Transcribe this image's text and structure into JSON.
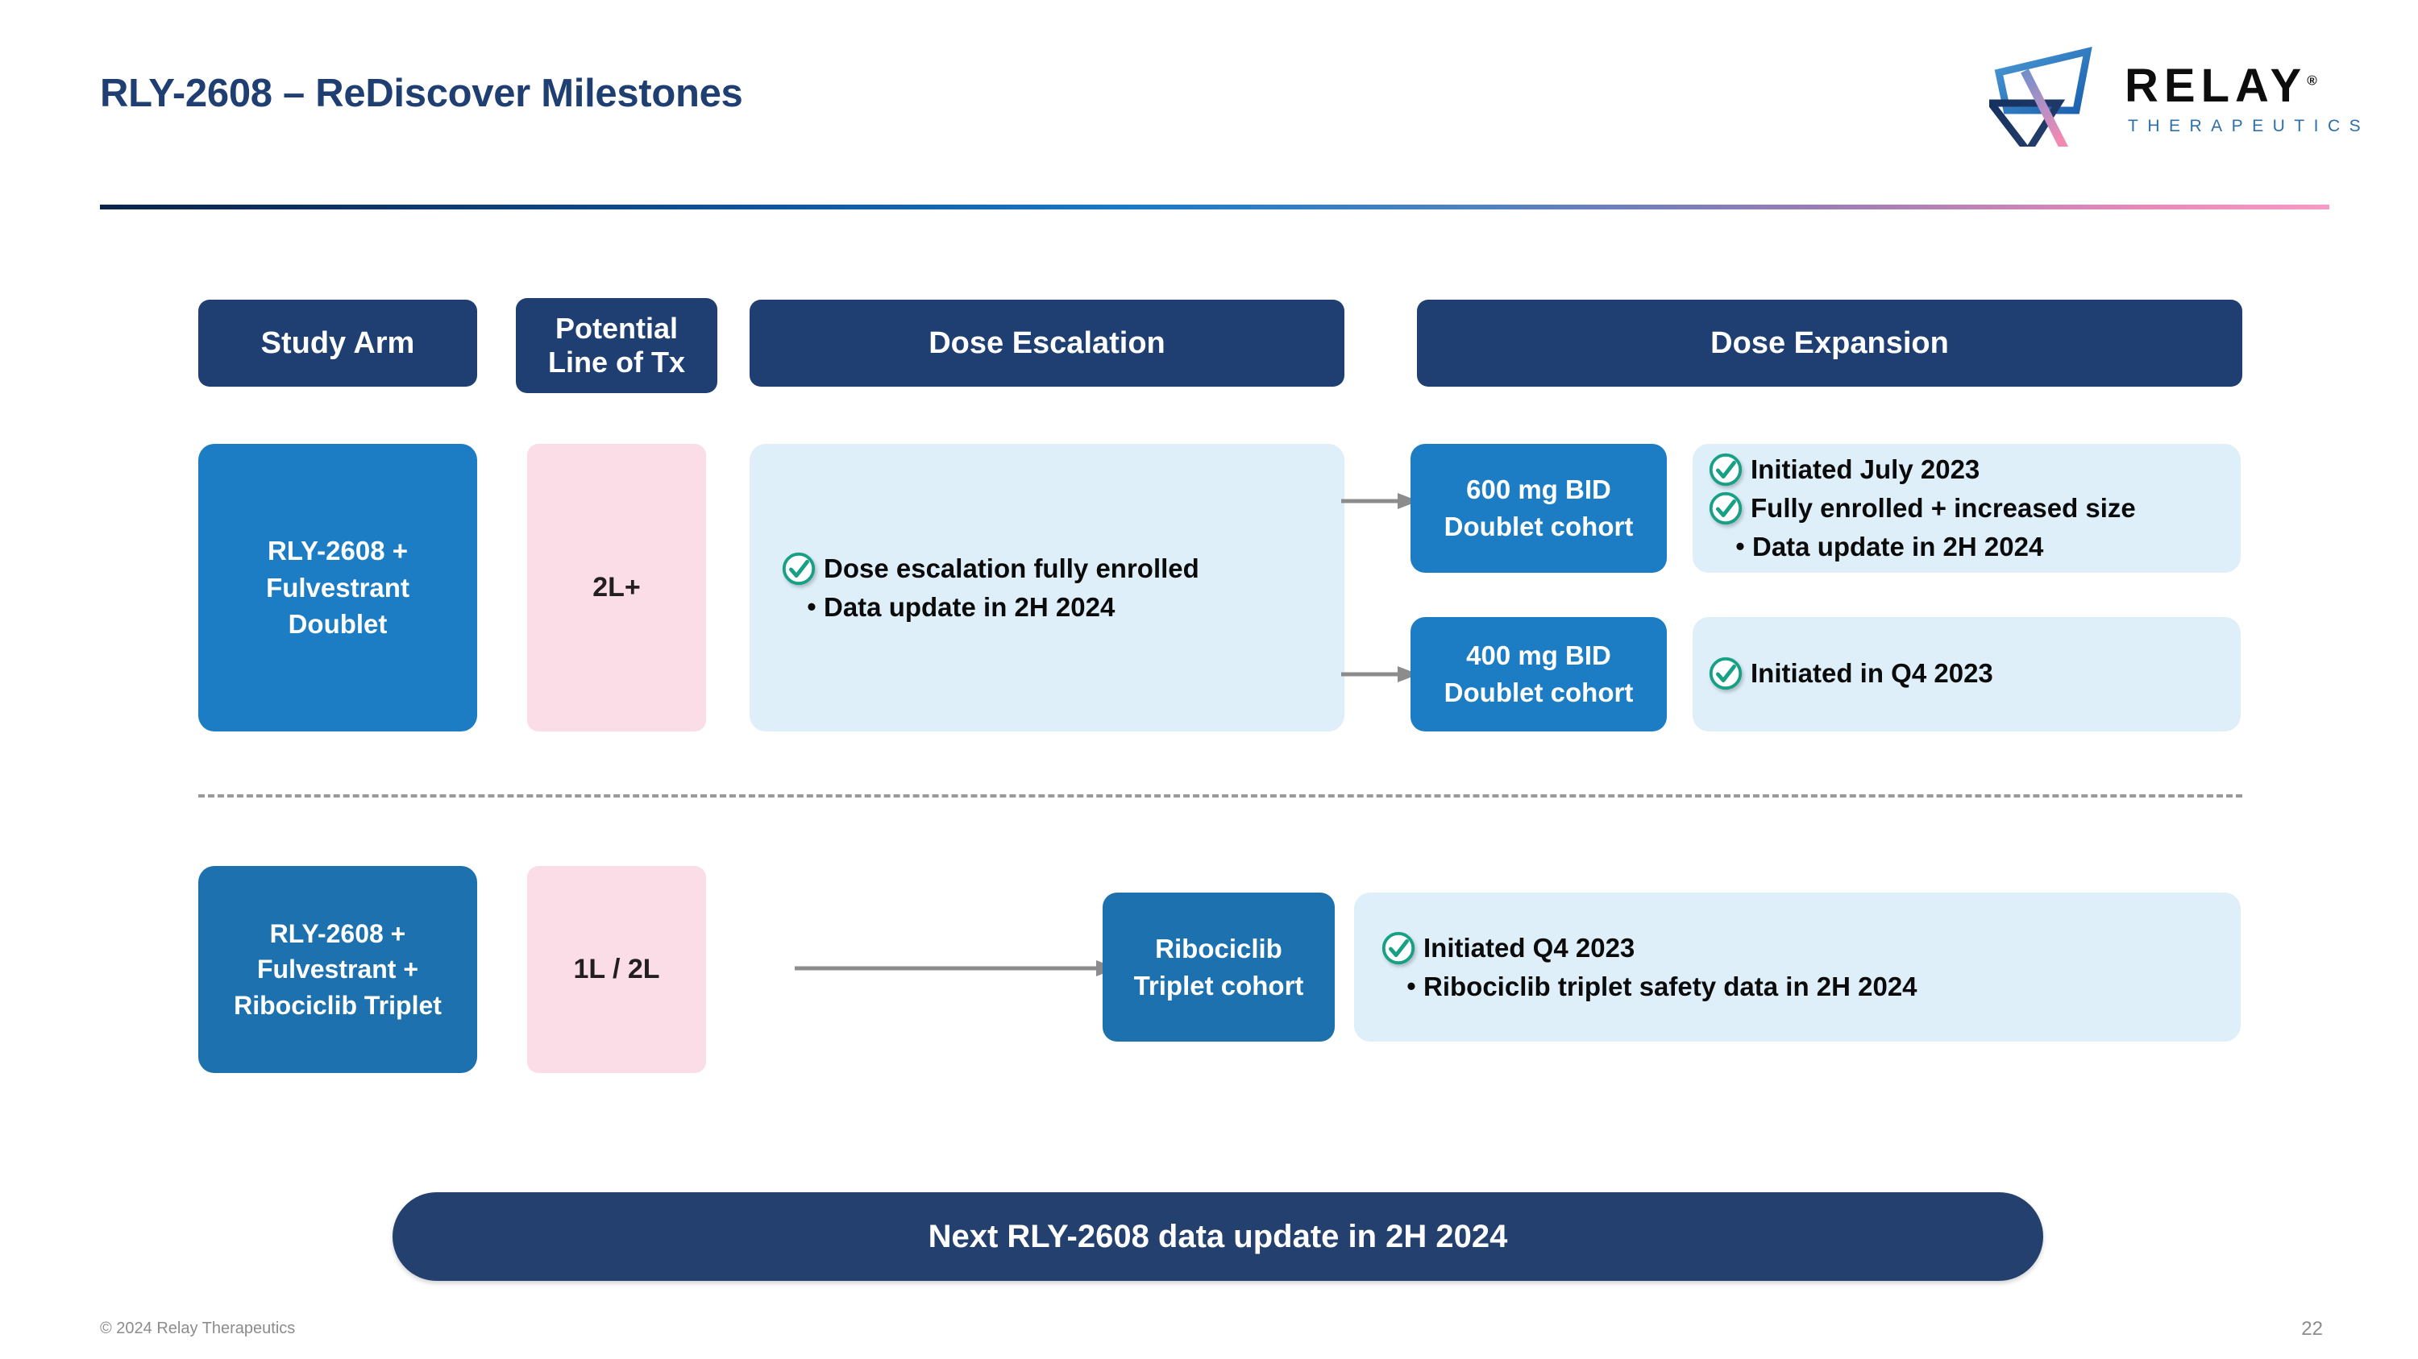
{
  "header": {
    "title": "RLY-2608 – ReDiscover Milestones",
    "logo": {
      "wordmark": "RELAY",
      "registered": "®",
      "subtitle": "THERAPEUTICS",
      "mark_name": "relay-logo-mark"
    },
    "rule_gradient": [
      "#0a2449",
      "#10559b",
      "#1b79c4",
      "#9a7cb5",
      "#f69bc4"
    ]
  },
  "columns": [
    {
      "id": "study-arm",
      "label": "Study Arm"
    },
    {
      "id": "line-of-tx",
      "label": "Potential\nLine of Tx",
      "line1": "Potential",
      "line2": "Line of Tx"
    },
    {
      "id": "dose-escalation",
      "label": "Dose Escalation"
    },
    {
      "id": "dose-expansion",
      "label": "Dose Expansion"
    }
  ],
  "rows": [
    {
      "id": "doublet",
      "arm": {
        "line1": "RLY-2608 +",
        "line2": "Fulvestrant",
        "line3": "Doublet"
      },
      "line_of_tx": "2L+",
      "escalation": {
        "items": [
          {
            "marker": "check",
            "text": "Dose escalation fully enrolled"
          },
          {
            "marker": "bullet",
            "text": "Data update in 2H 2024"
          }
        ]
      },
      "cohorts": [
        {
          "id": "600mg",
          "box_line1": "600 mg BID",
          "box_line2": "Doublet cohort",
          "items": [
            {
              "marker": "check",
              "text": "Initiated July 2023"
            },
            {
              "marker": "check",
              "text": "Fully enrolled + increased size"
            },
            {
              "marker": "bullet",
              "text": "Data update in 2H 2024"
            }
          ]
        },
        {
          "id": "400mg",
          "box_line1": "400 mg BID",
          "box_line2": "Doublet cohort",
          "items": [
            {
              "marker": "check",
              "text": "Initiated in Q4 2023"
            }
          ]
        }
      ]
    },
    {
      "id": "triplet",
      "arm": {
        "line1": "RLY-2608 +",
        "line2": "Fulvestrant +",
        "line3": "Ribociclib Triplet"
      },
      "line_of_tx": "1L / 2L",
      "cohorts": [
        {
          "id": "ribociclib",
          "box_line1": "Ribociclib",
          "box_line2": "Triplet cohort",
          "items": [
            {
              "marker": "check",
              "text": "Initiated Q4 2023"
            },
            {
              "marker": "bullet",
              "text": "Ribociclib triplet safety data in 2H 2024"
            }
          ]
        }
      ]
    }
  ],
  "banner": {
    "text": "Next RLY-2608 data update in 2H 2024"
  },
  "footer": {
    "copyright": "© 2024 Relay Therapeutics",
    "page_number": "22"
  },
  "icons": {
    "check": "check-circle-icon",
    "bullet": "•",
    "arrow": "arrow-right-icon"
  },
  "colors": {
    "navy": "#1F3F72",
    "blue_card": "#1C7DC4",
    "blue_card_alt": "#1D71AE",
    "pink_card": "#FBDDE8",
    "panel_blue": "#DEEFF9",
    "check_green": "#16A085",
    "banner_navy": "#24406F",
    "arrow_gray": "#8C8C8C",
    "footer_gray": "#8C8C8C"
  }
}
